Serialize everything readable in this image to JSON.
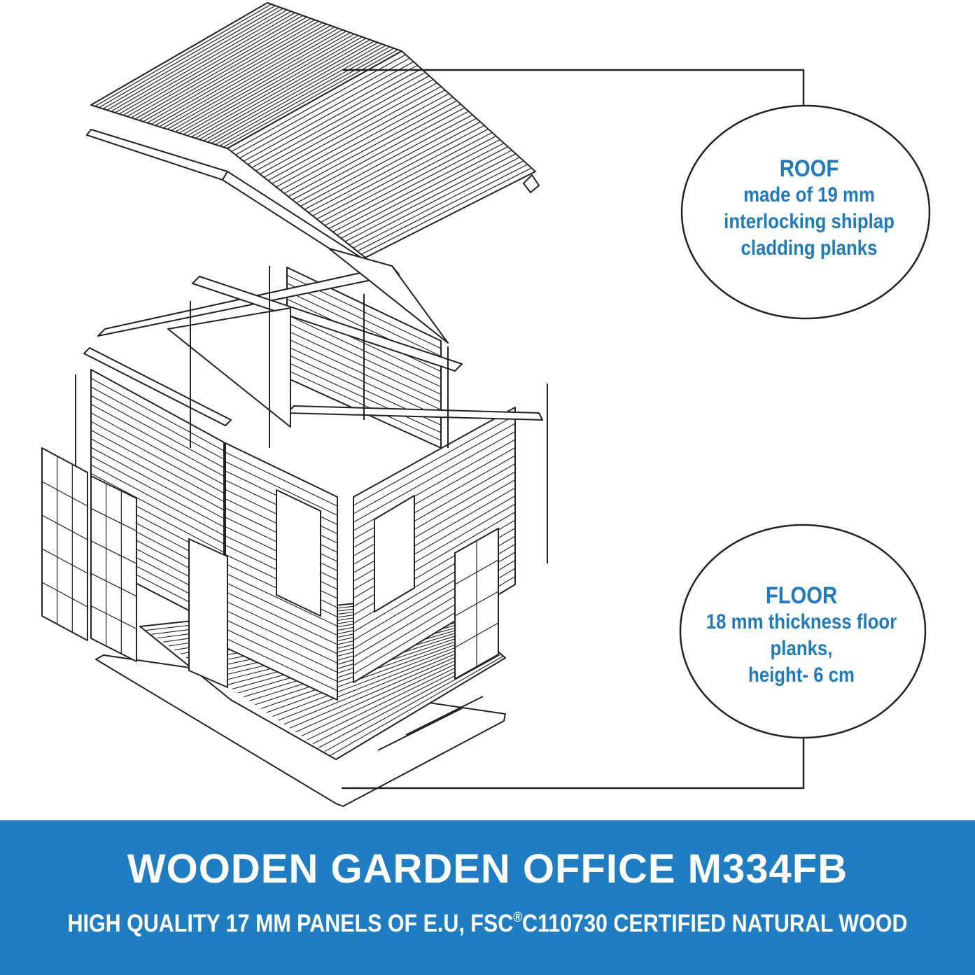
{
  "callouts": {
    "roof": {
      "title": "ROOF",
      "lines": [
        "made of 19 mm",
        "interlocking shiplap",
        "cladding planks"
      ]
    },
    "floor": {
      "title": "FLOOR",
      "lines": [
        "18 mm thickness floor",
        "planks,",
        "height- 6 cm"
      ]
    }
  },
  "banner": {
    "title": "WOODEN GARDEN OFFICE M334FB",
    "subtitle_before": "HIGH QUALITY 17 MM PANELS OF E.U, FSC",
    "subtitle_mark": "®",
    "subtitle_after": "C110730 CERTIFIED NATURAL WOOD"
  },
  "colors": {
    "accent": "#1f7bbf",
    "banner_bg": "#1f7ec3",
    "line": "#222222"
  }
}
